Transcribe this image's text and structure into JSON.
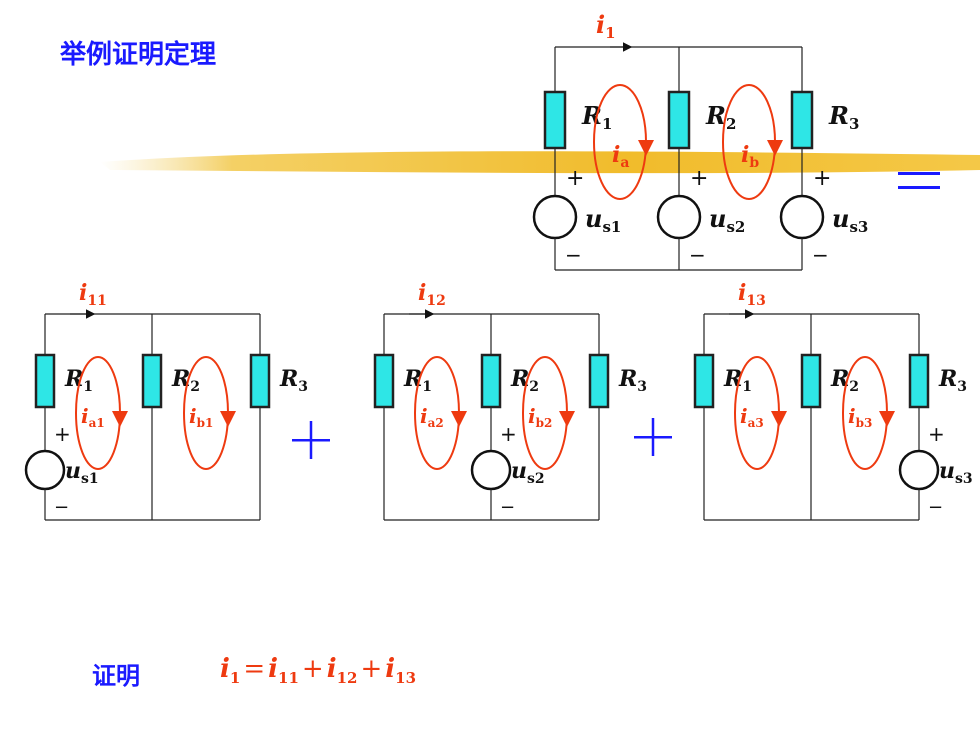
{
  "title": "举例证明定理",
  "proof_label": "证明",
  "equation": {
    "lhs": "i",
    "lhs_sub": "1",
    "t1": "i",
    "t1_sub": "11",
    "t2": "i",
    "t2_sub": "12",
    "t3": "i",
    "t3_sub": "13",
    "eq": "=",
    "plus": "+"
  },
  "top_circuit": {
    "current": {
      "main": "i",
      "sub": "1"
    },
    "resistors": [
      {
        "main": "R",
        "sub": "1"
      },
      {
        "main": "R",
        "sub": "2"
      },
      {
        "main": "R",
        "sub": "3"
      }
    ],
    "loops": [
      {
        "main": "i",
        "sub": "a"
      },
      {
        "main": "i",
        "sub": "b"
      }
    ],
    "sources": [
      {
        "main": "u",
        "sub": "s1"
      },
      {
        "main": "u",
        "sub": "s2"
      },
      {
        "main": "u",
        "sub": "s3"
      }
    ],
    "plus": "+",
    "minus": "−"
  },
  "equals_symbol": "=",
  "plus_symbol": "+",
  "sub_circuits": [
    {
      "current": {
        "main": "i",
        "sub": "11"
      },
      "resistors": [
        {
          "main": "R",
          "sub": "1"
        },
        {
          "main": "R",
          "sub": "2"
        },
        {
          "main": "R",
          "sub": "3"
        }
      ],
      "loops": [
        {
          "main": "i",
          "sub": "a1"
        },
        {
          "main": "i",
          "sub": "b1"
        }
      ],
      "source": {
        "main": "u",
        "sub": "s1"
      }
    },
    {
      "current": {
        "main": "i",
        "sub": "12"
      },
      "resistors": [
        {
          "main": "R",
          "sub": "1"
        },
        {
          "main": "R",
          "sub": "2"
        },
        {
          "main": "R",
          "sub": "3"
        }
      ],
      "loops": [
        {
          "main": "i",
          "sub": "a2"
        },
        {
          "main": "i",
          "sub": "b2"
        }
      ],
      "source": {
        "main": "u",
        "sub": "s2"
      }
    },
    {
      "current": {
        "main": "i",
        "sub": "13"
      },
      "resistors": [
        {
          "main": "R",
          "sub": "1"
        },
        {
          "main": "R",
          "sub": "2"
        },
        {
          "main": "R",
          "sub": "3"
        }
      ],
      "loops": [
        {
          "main": "i",
          "sub": "a3"
        },
        {
          "main": "i",
          "sub": "b3"
        }
      ],
      "source": {
        "main": "u",
        "sub": "s3"
      }
    }
  ],
  "colors": {
    "title": "#1a1aff",
    "accent": "#ee3a10",
    "resistor": "#2ee6e6"
  }
}
